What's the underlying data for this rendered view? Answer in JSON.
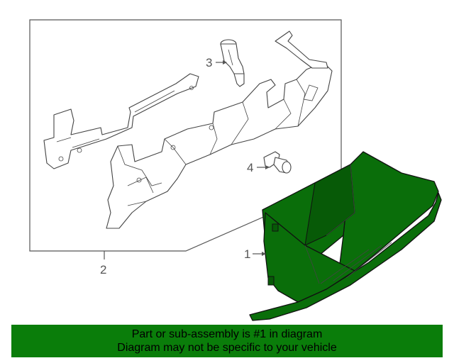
{
  "diagram": {
    "callouts": {
      "part1": "1",
      "part2": "2",
      "part3": "3",
      "part4": "4"
    },
    "colors": {
      "highlight": "#0a6e0a",
      "banner": "#0a7d0a",
      "lines": "#555555"
    }
  },
  "banner": {
    "line1": "Part or sub-assembly is #1 in diagram",
    "line2": "Diagram may not be specific to your vehicle"
  }
}
